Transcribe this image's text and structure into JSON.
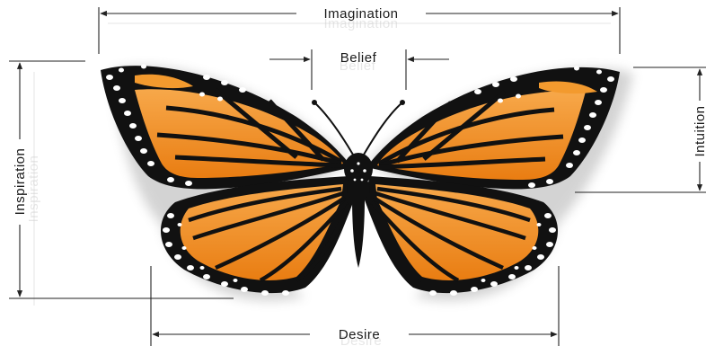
{
  "labels": {
    "imagination": "Imagination",
    "belief": "Belief",
    "intuition": "Intuition",
    "inspiration": "Inspiration",
    "desire": "Desire"
  },
  "colors": {
    "wing_orange": "#f08a1c",
    "wing_light": "#f7a84a",
    "wing_black": "#111111",
    "dot_white": "#ffffff",
    "line": "#222222"
  }
}
